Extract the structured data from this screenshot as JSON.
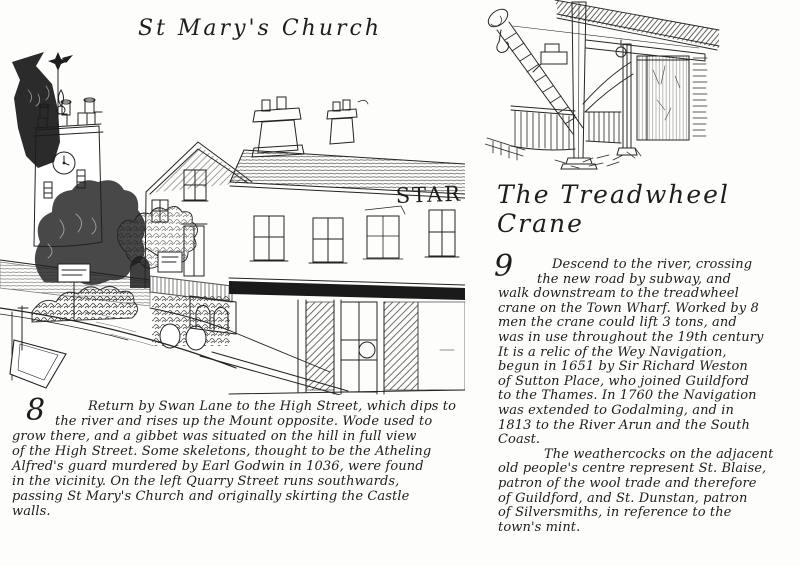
{
  "page": {
    "background": "#fdfdfc",
    "ink_color": "#1d1d1d"
  },
  "left_page": {
    "title": "St Mary's Church",
    "section_number": "8",
    "illustration": {
      "name": "st-marys-church-street-sketch",
      "sign_text": "STAR"
    },
    "paragraph_lines": [
      "Return by Swan Lane to the High Street, which dips to",
      "the river and rises up the Mount opposite. Wode used to",
      "grow there, and a gibbet was situated on the hill in full view",
      "of the High Street. Some skeletons, thought to be the Atheling",
      "Alfred's guard murdered by Earl Godwin in 1036, were found",
      "in the vicinity. On the left Quarry Street runs southwards,",
      "passing St Mary's Church and originally skirting the Castle",
      "walls."
    ]
  },
  "right_page": {
    "title": "The Treadwheel Crane",
    "section_number": "9",
    "illustration": {
      "name": "treadwheel-crane-sketch"
    },
    "paragraph_lines": [
      "Descend to the river, crossing",
      "the new road by subway, and",
      "walk downstream to the treadwheel",
      "crane on the Town Wharf. Worked by 8",
      "men the crane could lift 3 tons, and",
      "was in use throughout the 19th century",
      "It is a relic of the Wey Navigation,",
      "begun in 1651 by Sir Richard Weston",
      "of Sutton Place, who joined Guildford",
      "to the Thames. In 1760 the Navigation",
      "was extended to Godalming, and in",
      "1813 to the River Arun and the South",
      "Coast.",
      "The weathercocks on the adjacent",
      "old people's centre represent St. Blaise,",
      "patron of the wool trade and therefore",
      "of Guildford, and St. Dunstan, patron",
      "of Silversmiths, in reference to the",
      "town's mint."
    ]
  }
}
